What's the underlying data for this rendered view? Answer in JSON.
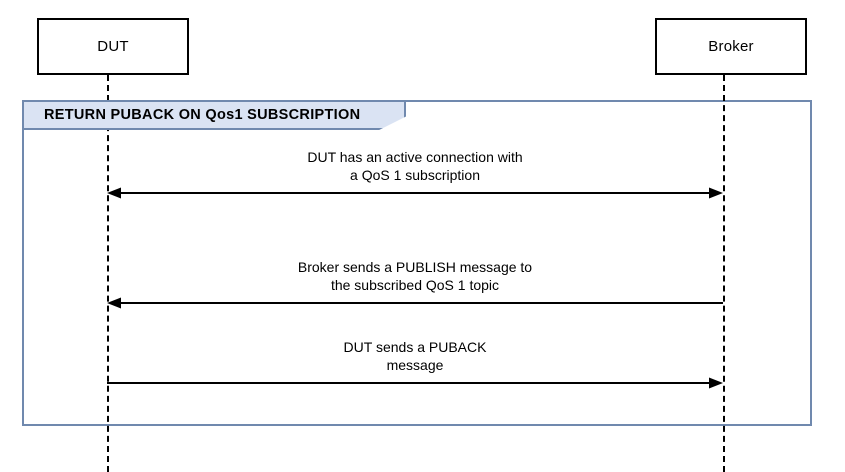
{
  "diagram": {
    "type": "uml-sequence-diagram",
    "colors": {
      "frame_border": "#7089ae",
      "frame_label_fill": "#dae3f3",
      "participant_border": "#000000",
      "participant_fill": "#ffffff",
      "lifeline": "#000000",
      "message_line": "#000000",
      "background": "#ffffff"
    },
    "participants": [
      {
        "id": "dut",
        "label": "DUT"
      },
      {
        "id": "broker",
        "label": "Broker"
      }
    ],
    "fragment": {
      "label": "RETURN PUBACK ON Qos1 SUBSCRIPTION"
    },
    "messages": [
      {
        "id": "message-1",
        "text": "DUT has an active connection with\na QoS 1 subscription",
        "from": "dut",
        "to": "broker",
        "direction": "bidirectional"
      },
      {
        "id": "message-2",
        "text": "Broker sends a PUBLISH message to\nthe subscribed QoS 1 topic",
        "from": "broker",
        "to": "dut",
        "direction": "right-to-left"
      },
      {
        "id": "message-3",
        "text": "DUT sends a PUBACK\nmessage",
        "from": "dut",
        "to": "broker",
        "direction": "left-to-right"
      }
    ]
  }
}
